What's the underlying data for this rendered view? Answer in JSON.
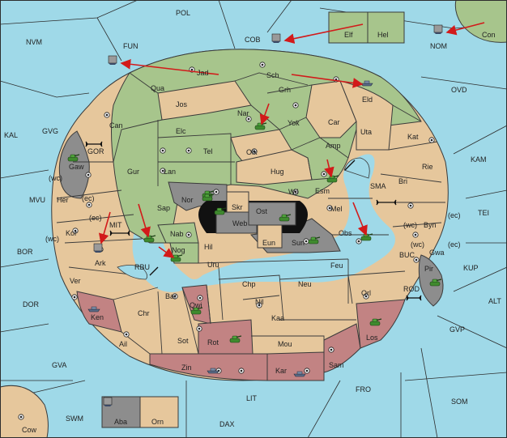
{
  "colors": {
    "sea": "#9fd9e8",
    "green": "#a7c58c",
    "tan": "#e6c79c",
    "red": "#c28383",
    "gray": "#8d8d8d",
    "pale": "#cde4b5",
    "arrow": "#d21a1a"
  },
  "labels": {
    "POL": "POL",
    "NVM": "NVM",
    "FUN": "FUN",
    "COB": "COB",
    "NOM": "NOM",
    "Con": "Con",
    "Elf": "Elf",
    "Hel": "Hel",
    "Jad": "Jad",
    "Sch": "Sch",
    "Qua": "Qua",
    "Jos": "Jos",
    "Grh": "Grh",
    "Eld": "Eld",
    "OVD": "OVD",
    "Can": "Can",
    "Nar": "Nar",
    "Yok": "Yok",
    "Car": "Car",
    "Uta": "Uta",
    "Kat": "Kat",
    "KAL": "KAL",
    "GVG": "GVG",
    "Elc": "Elc",
    "Tel": "Tel",
    "Olk": "Olk",
    "Amp": "Amp",
    "GOR": "GOR",
    "Gaw": "Gaw",
    "Gur": "Gur",
    "Lan": "Lan",
    "Hug": "Hug",
    "Rie": "Rie",
    "KAM": "KAM",
    "Esm": "Esm",
    "SMA": "SMA",
    "Bri": "Bri",
    "wc1": "(wc)",
    "ec1": "(ec)",
    "MVU": "MVU",
    "Her": "Her",
    "Nor": "Nor",
    "Wil": "Wil",
    "Skr": "Skr",
    "Ost": "Ost",
    "Web": "Web",
    "Mel": "Mel",
    "Byn": "Byn",
    "TEI": "TEI",
    "ec2": "(ec)",
    "ec3": "(ec)",
    "wc2": "(wc)",
    "Sap": "Sap",
    "MIT": "MIT",
    "Kor": "Kor",
    "wc3": "(wc)",
    "Nab": "Nab",
    "Eun": "Eun",
    "Sun": "Sun",
    "Obs": "Obs",
    "wc4": "(wc)",
    "Gwa": "Gwa",
    "ec4": "(ec)",
    "BOR": "BOR",
    "Ark": "Ark",
    "Hil": "Hil",
    "Nog": "Nog",
    "Uru": "Uru",
    "Feu": "Feu",
    "BUC": "BUC",
    "Pir": "Pir",
    "KUP": "KUP",
    "RBU": "RBU",
    "Ver": "Ver",
    "Chp": "Chp",
    "Neu": "Neu",
    "Orl": "Orl",
    "ROD": "ROD",
    "Bar": "Bar",
    "Nil": "Nil",
    "DOR": "DOR",
    "Qwi": "Qwi",
    "ALT": "ALT",
    "Ken": "Ken",
    "Chr": "Chr",
    "Kaa": "Kaa",
    "Los": "Los",
    "GVP": "GVP",
    "Ail": "Ail",
    "Sot": "Sot",
    "Rot": "Rot",
    "Mou": "Mou",
    "GVA": "GVA",
    "Zin": "Zin",
    "Kar": "Kar",
    "Sam": "Sam",
    "FRO": "FRO",
    "LIT": "LIT",
    "SOM": "SOM",
    "SWM": "SWM",
    "Aba": "Aba",
    "Orn": "Orn",
    "DAX": "DAX",
    "Cow": "Cow"
  }
}
